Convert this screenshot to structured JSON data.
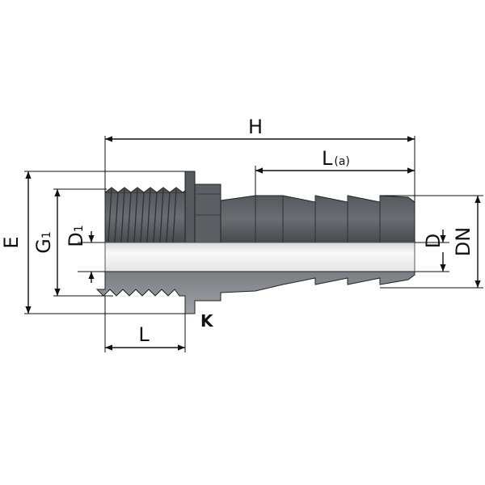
{
  "diagram": {
    "labels": {
      "H": "H",
      "L_a_main": "L",
      "L_a_sub": "(a)",
      "E": "E",
      "G1_main": "G",
      "G1_sub": "1",
      "D1_main": "D",
      "D1_sub": "1",
      "D": "D",
      "DN": "DN",
      "K": "K",
      "L": "L"
    },
    "colors": {
      "body_dark": "#4d5054",
      "body_mid": "#6f7378",
      "body_light": "#9a9ea3",
      "bore": "#f2f2f2",
      "line": "#111111"
    }
  }
}
